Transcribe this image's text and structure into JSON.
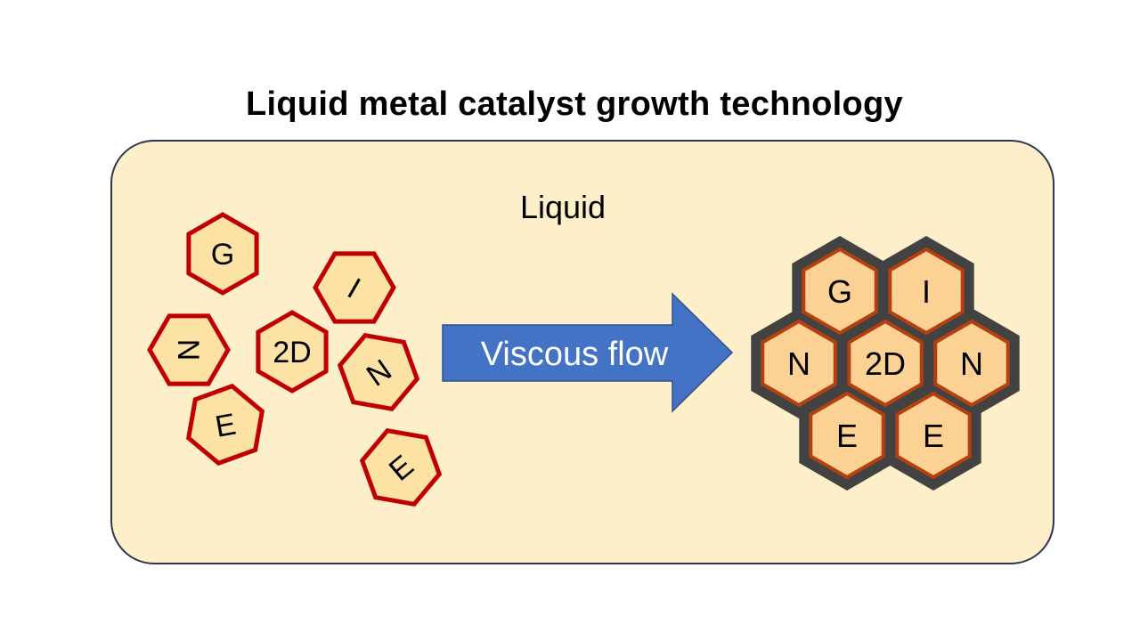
{
  "title": "Liquid metal catalyst growth technology",
  "region_label": "Liquid",
  "arrow_label": "Viscous flow",
  "scattered_tiles": [
    "G",
    "N",
    "2D",
    "I",
    "N",
    "E",
    "E"
  ],
  "assembled_tiles": [
    "G",
    "I",
    "N",
    "2D",
    "N",
    "E",
    "E"
  ],
  "colors": {
    "box_fill": "#fdefc9",
    "box_stroke": "#2e3550",
    "tile_fill": "#fde2a6",
    "tile_stroke": "#c00000",
    "assembled_fill": "#fbd294",
    "assembled_stroke": "#b5400f",
    "lattice": "#424242",
    "arrow": "#4472c4"
  }
}
